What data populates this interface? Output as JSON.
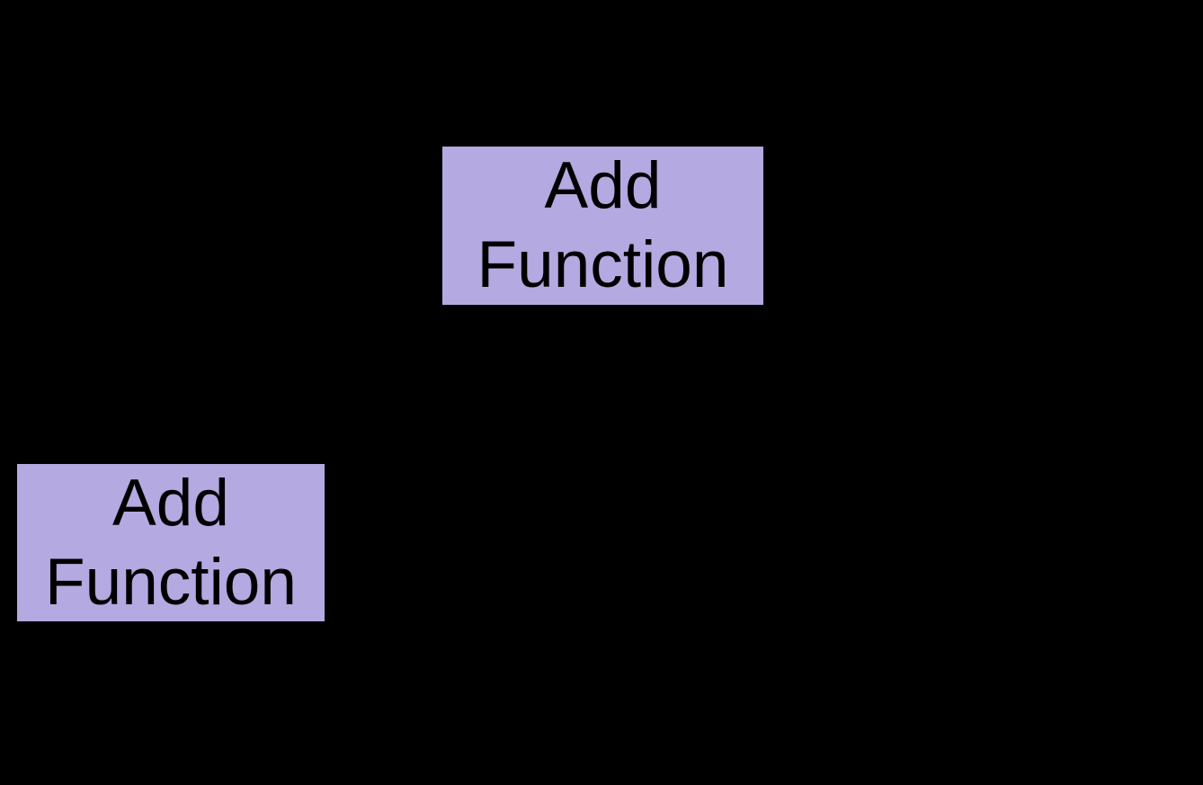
{
  "diagram": {
    "background": "#000000",
    "nodes": [
      {
        "id": "add-function-top",
        "label": "Add\nFunction",
        "fill": "#B4A9E0",
        "text_color": "#000000"
      },
      {
        "id": "add-function-left",
        "label": "Add\nFunction",
        "fill": "#B4A9E0",
        "text_color": "#000000"
      }
    ]
  }
}
